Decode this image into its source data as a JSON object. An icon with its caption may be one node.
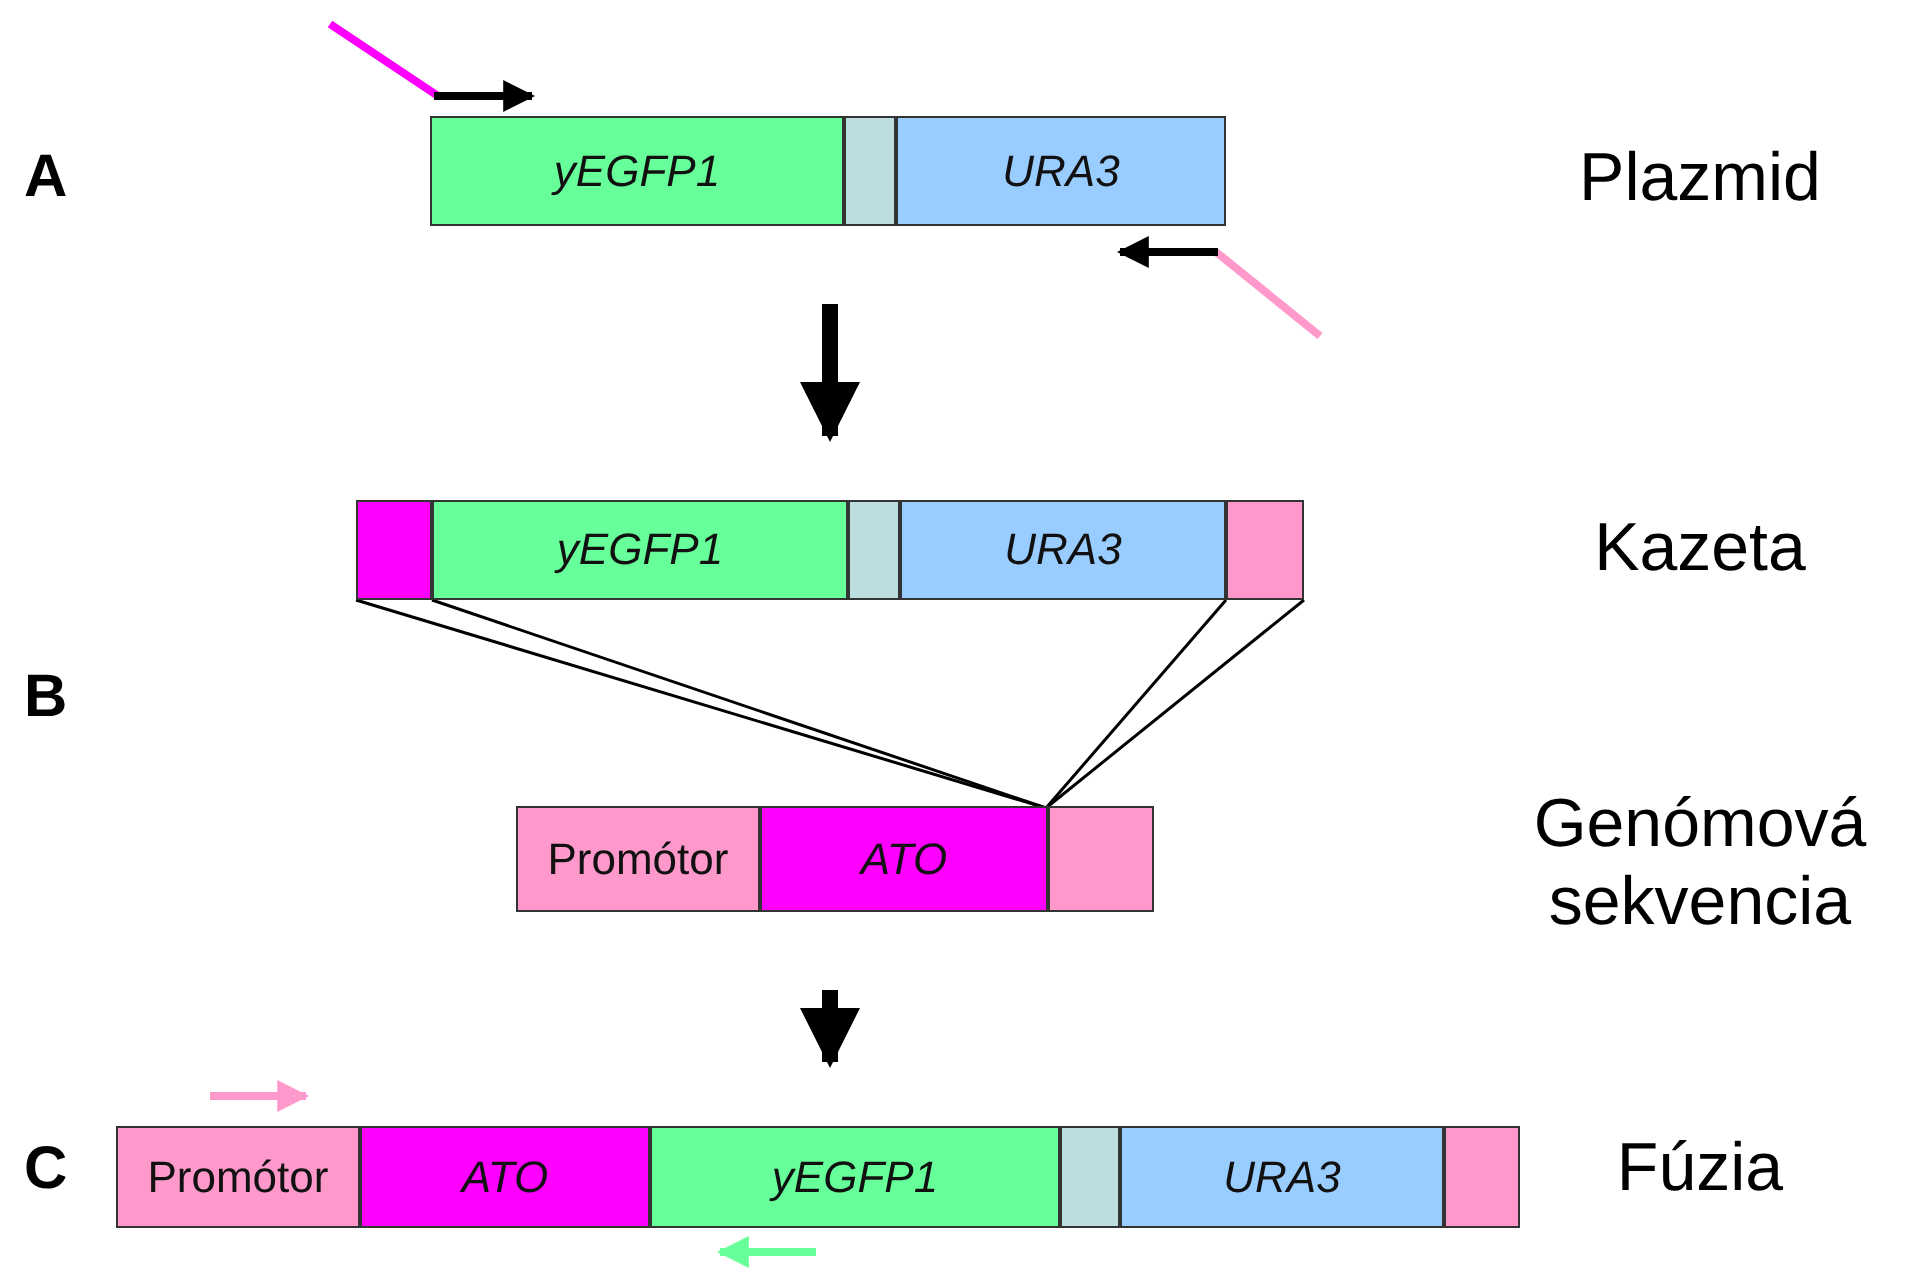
{
  "diagram": {
    "nodes": [
      {
        "text": [
          "yEGFP1"
        ]
      },
      {
        "text": [],
        "shape": "box"
      },
      {
        "text": [
          "URA3"
        ]
      },
      {
        "text": [],
        "shape": "box"
      },
      {
        "text": [
          "yEGFP1"
        ]
      },
      {
        "text": [],
        "shape": "box"
      },
      {
        "text": [
          "URA3"
        ]
      },
      {
        "text": [],
        "shape": "box"
      },
      {
        "text": [
          "Promótor"
        ]
      },
      {
        "text": [
          "ATO"
        ]
      },
      {
        "text": [],
        "shape": "box"
      },
      {
        "text": [
          "Promótor"
        ]
      },
      {
        "text": [
          "ATO"
        ]
      },
      {
        "text": [
          "yEGFP1"
        ]
      },
      {
        "text": [],
        "shape": "box"
      },
      {
        "text": [
          "URA3"
        ]
      },
      {
        "text": [],
        "shape": "box"
      }
    ],
    "edges": [
      {
        "from": 0,
        "to": 4,
        "arrow": "to",
        "style": "thick"
      },
      {
        "from": 3,
        "to": 9,
        "arrow": "none"
      },
      {
        "from": 3,
        "to": 9,
        "arrow": "none"
      },
      {
        "from": 7,
        "to": 9,
        "arrow": "none"
      },
      {
        "from": 7,
        "to": 9,
        "arrow": "none"
      },
      {
        "from": 9,
        "to": 13,
        "arrow": "to",
        "style": "thick"
      }
    ],
    "labels": [
      "A",
      "Plazmid",
      "Kazeta",
      "B",
      "Genómová sekvencia",
      "C",
      "Fúzia"
    ]
  }
}
